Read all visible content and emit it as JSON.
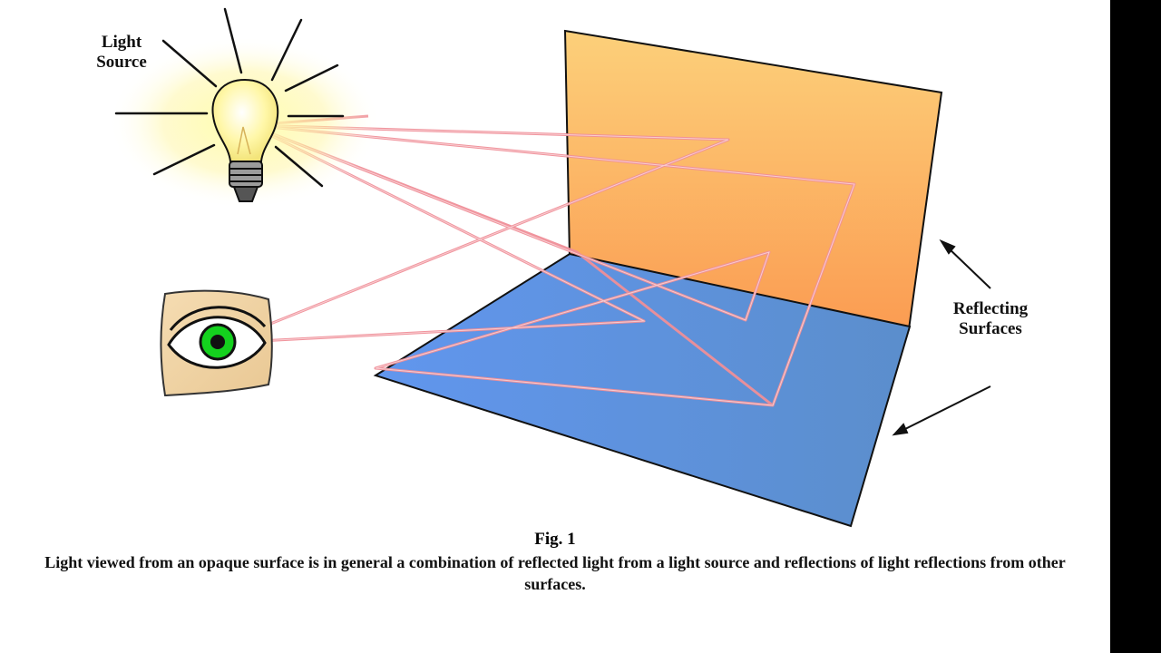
{
  "labels": {
    "light_source": [
      "Light",
      "Source"
    ],
    "reflecting_surfaces": [
      "Reflecting",
      "Surfaces"
    ]
  },
  "figure": {
    "title": "Fig. 1",
    "caption": "Light viewed from an opaque surface is in general a combination of reflected light from a light source and reflections of light reflections from other surfaces."
  },
  "colors": {
    "wall_top": "#fcd07a",
    "wall_bottom": "#fb9c52",
    "floor_left": "#5f93ea",
    "floor_right": "#5d8fd0",
    "ray": "#f08f98",
    "eye_iris": "#14d11e",
    "eye_tile": "#f2d6a8"
  },
  "icons": {
    "light_source": "light-bulb-icon",
    "viewer": "eye-icon"
  }
}
